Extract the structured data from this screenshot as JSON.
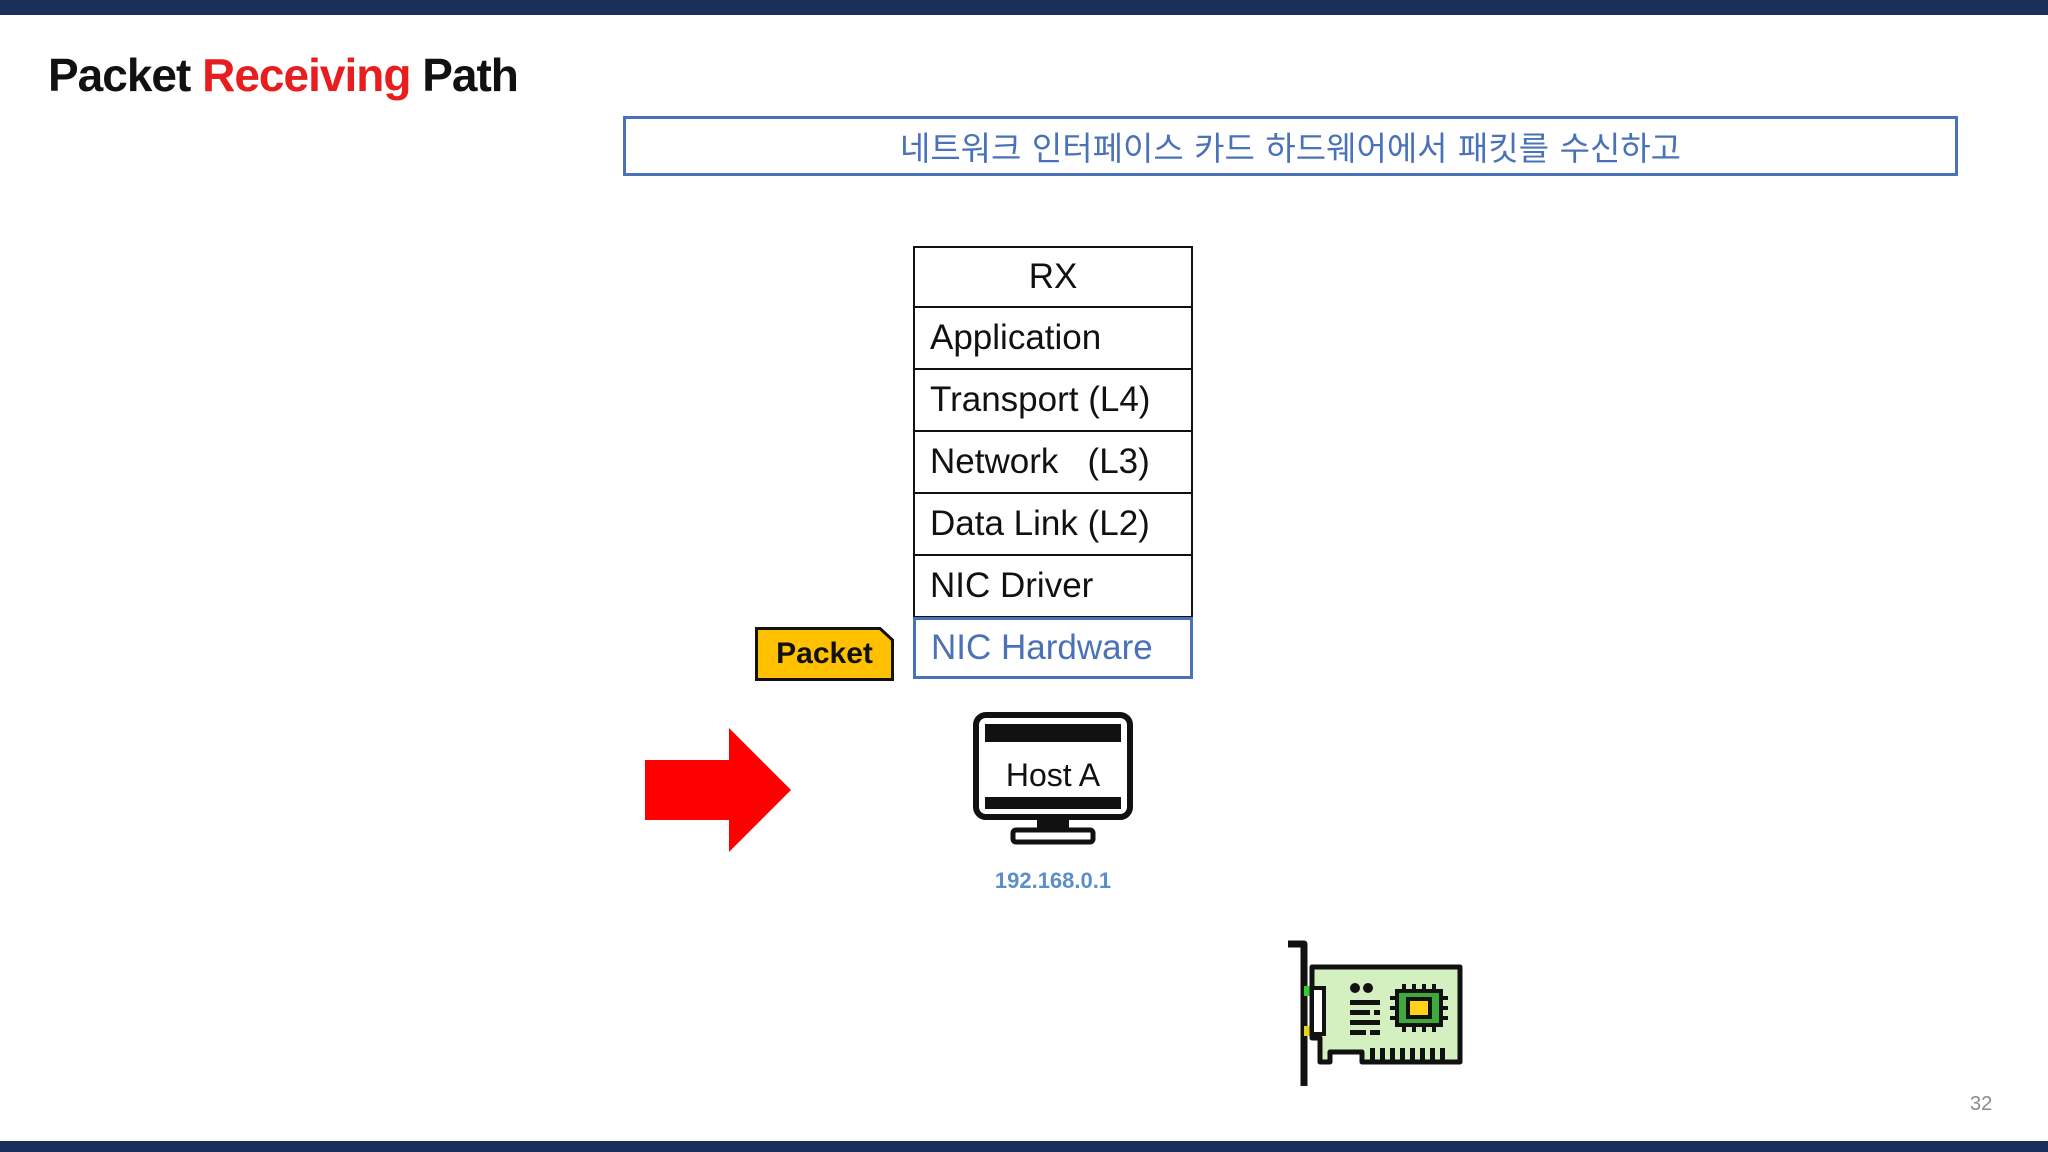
{
  "slide": {
    "title_part1": "Packet",
    "title_part2": "Receiving",
    "title_part3": "Path",
    "caption": "네트워크 인터페이스 카드 하드웨어에서 패킷를 수신하고",
    "page_number": "32"
  },
  "stack": {
    "header": "RX",
    "layers": [
      "Application",
      "Transport (L4)",
      "Network   (L3)",
      "Data Link (L2)",
      "NIC Driver",
      "NIC Hardware"
    ]
  },
  "packet": {
    "label": "Packet"
  },
  "host": {
    "label": "Host A",
    "ip": "192.168.0.1"
  },
  "colors": {
    "bar": "#1a2f5a",
    "accent_red": "#e81e1e",
    "blue": "#4a72b8",
    "packet_yellow": "#ffc000",
    "ip_blue": "#5b8fc9",
    "card_green": "#d4f0c0"
  },
  "icons": [
    "monitor-icon",
    "network-card-icon",
    "right-arrow-icon"
  ]
}
